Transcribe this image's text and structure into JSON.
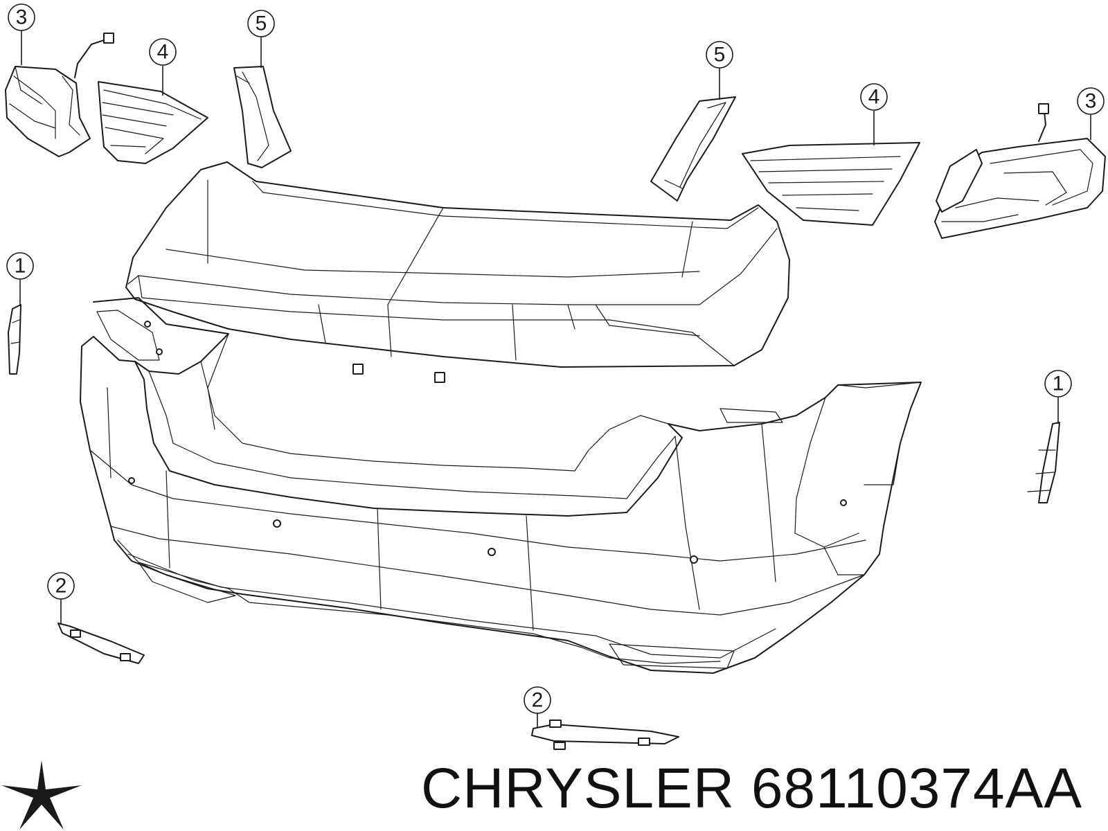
{
  "callouts": [
    {
      "id": "left-lamp-outer",
      "label": "3"
    },
    {
      "id": "left-lamp-inner",
      "label": "4"
    },
    {
      "id": "left-applique",
      "label": "5"
    },
    {
      "id": "right-applique",
      "label": "5"
    },
    {
      "id": "right-lamp-inner",
      "label": "4"
    },
    {
      "id": "right-lamp-outer",
      "label": "3"
    },
    {
      "id": "left-reflector",
      "label": "1"
    },
    {
      "id": "right-reflector",
      "label": "1"
    },
    {
      "id": "left-lower-bracket",
      "label": "2"
    },
    {
      "id": "right-lower-bracket",
      "label": "2"
    }
  ],
  "footer": {
    "brand": "CHRYSLER",
    "part_number": "68110374AA",
    "logo_icon": "pentastar-icon"
  },
  "colors": {
    "line": "#1a1a1a",
    "background": "#ffffff"
  }
}
